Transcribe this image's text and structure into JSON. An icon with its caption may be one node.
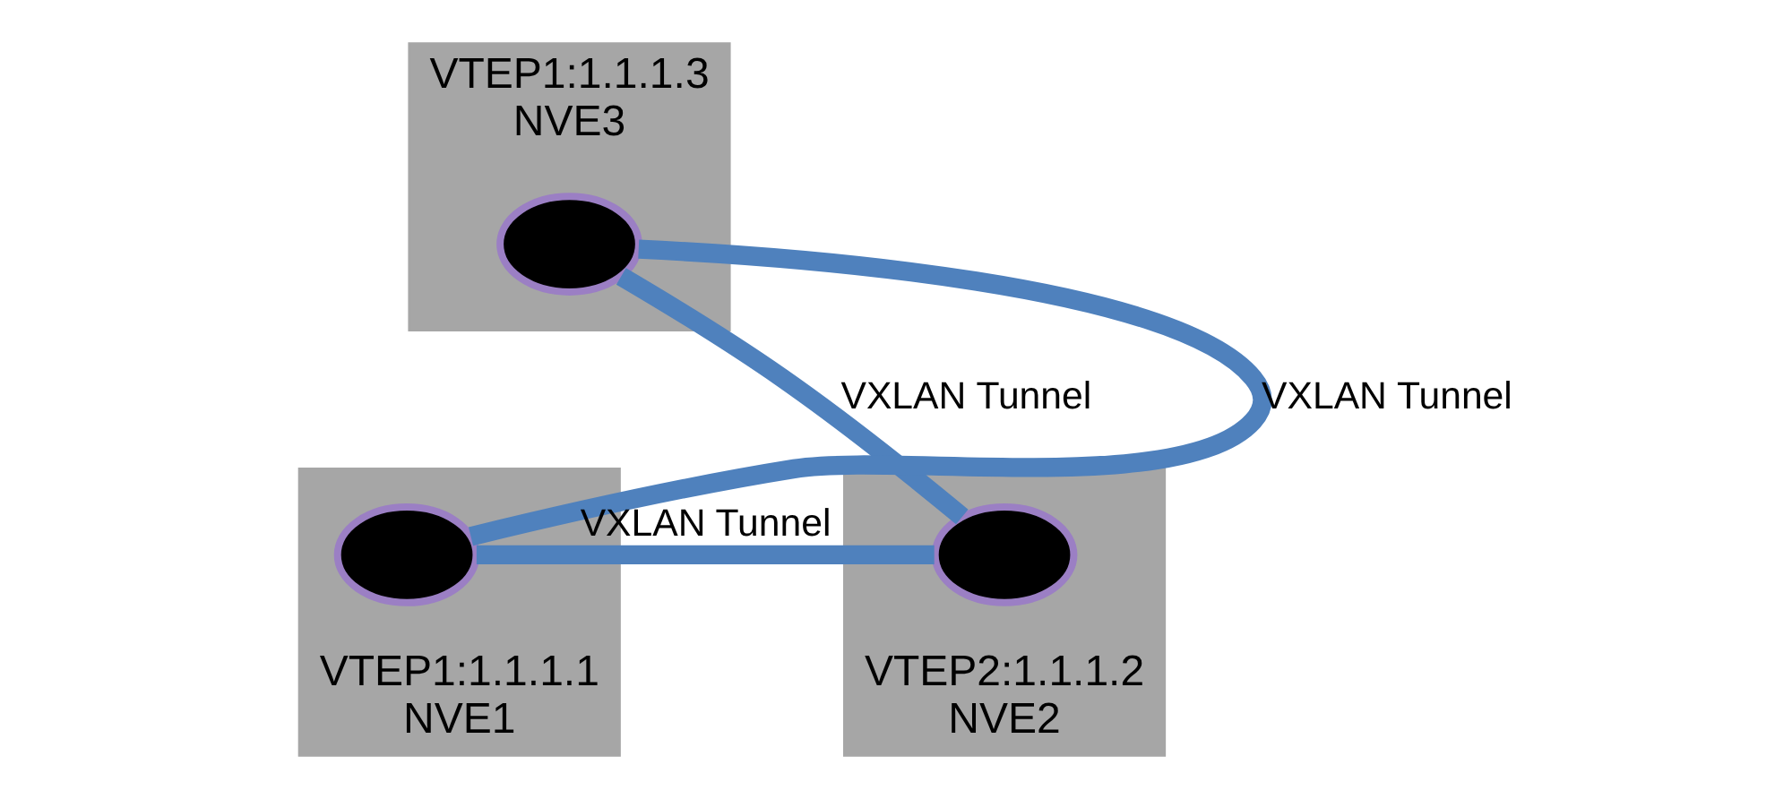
{
  "diagram": {
    "nodes": [
      {
        "text": [
          "VTEP1:1.1.1.3",
          "NVE3"
        ]
      },
      {
        "text": [],
        "shape": "ellipse",
        "in": 0
      },
      {
        "text": [
          "VTEP1:1.1.1.1",
          "NVE1"
        ]
      },
      {
        "text": [],
        "shape": "ellipse",
        "in": 2
      },
      {
        "text": [
          "VTEP2:1.1.1.2",
          "NVE2"
        ]
      },
      {
        "text": [],
        "shape": "ellipse",
        "in": 4
      }
    ],
    "edges": [
      {
        "from": 3,
        "to": 1,
        "arrow": "none",
        "label": "VXLAN Tunnel"
      },
      {
        "from": 1,
        "to": 5,
        "arrow": "none",
        "label": "VXLAN Tunnel"
      },
      {
        "from": 3,
        "to": 5,
        "arrow": "none",
        "label": "VXLAN Tunnel"
      }
    ]
  }
}
